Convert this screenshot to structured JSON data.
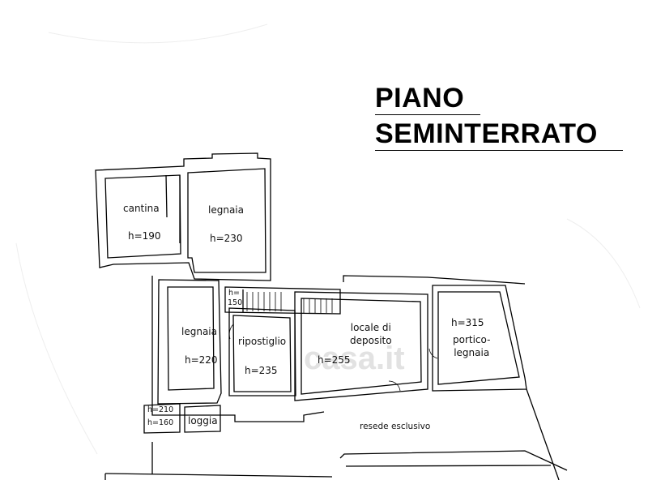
{
  "title": {
    "line1": "PIANO",
    "line2": "SEMINTERRATO"
  },
  "rooms": [
    {
      "name": "cantina",
      "height": "h=190"
    },
    {
      "name": "legnaia",
      "height": "h=230"
    },
    {
      "name": "legnaia",
      "height": "h=220"
    },
    {
      "name": "ripostiglio",
      "height": "h=235"
    },
    {
      "name": "locale di\ndeposito",
      "height": "h=255"
    },
    {
      "name": "portico-\nlegnaia",
      "height": "h=315"
    },
    {
      "name": "loggia"
    }
  ],
  "annotations": {
    "stair_height_1": "h=",
    "stair_height_2": "150",
    "left_height_1": "h=210",
    "left_height_2": "h=160",
    "garden": "resede esclusivo"
  },
  "watermark": "casa.it"
}
